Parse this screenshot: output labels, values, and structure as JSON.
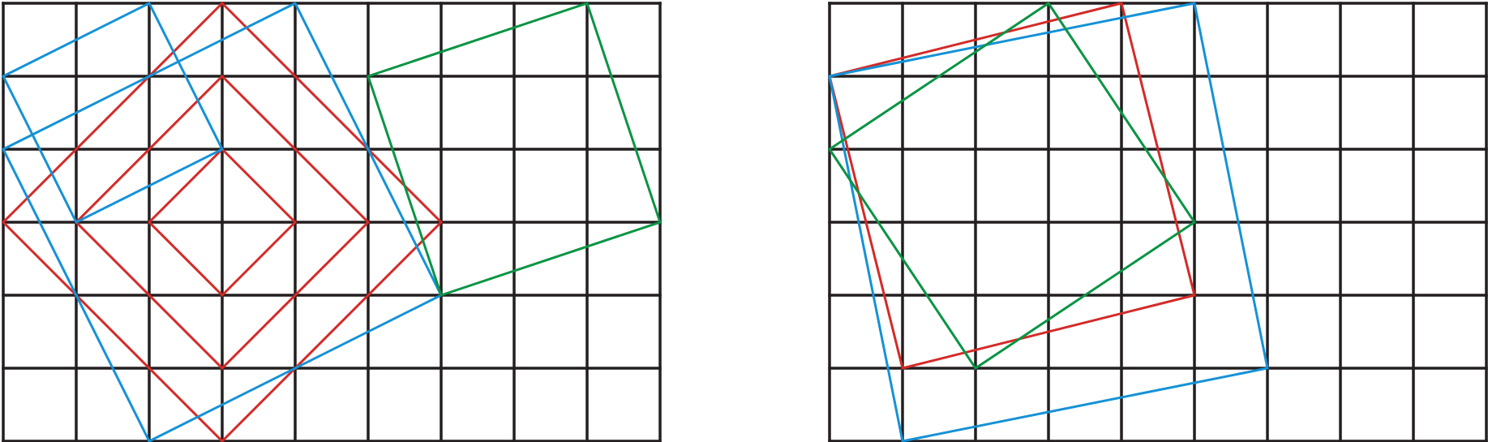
{
  "colors": {
    "grid": "#231f20",
    "red": "#d42a27",
    "blue": "#1592d6",
    "green": "#0b9444",
    "background": "#ffffff"
  },
  "panels": [
    {
      "name": "left-grid",
      "cols": 9,
      "rows": 6,
      "shapes": [
        {
          "name": "red-square-small",
          "color": "red",
          "points": [
            [
              3,
              2
            ],
            [
              4,
              3
            ],
            [
              3,
              4
            ],
            [
              2,
              3
            ]
          ]
        },
        {
          "name": "red-square-medium",
          "color": "red",
          "points": [
            [
              3,
              1
            ],
            [
              5,
              3
            ],
            [
              3,
              5
            ],
            [
              1,
              3
            ]
          ]
        },
        {
          "name": "red-square-large",
          "color": "red",
          "points": [
            [
              3,
              0
            ],
            [
              6,
              3
            ],
            [
              3,
              6
            ],
            [
              0,
              3
            ]
          ]
        },
        {
          "name": "blue-square-small",
          "color": "blue",
          "points": [
            [
              0,
              1
            ],
            [
              2,
              0
            ],
            [
              3,
              2
            ],
            [
              1,
              3
            ]
          ]
        },
        {
          "name": "blue-square-large",
          "color": "blue",
          "points": [
            [
              0,
              2
            ],
            [
              4,
              0
            ],
            [
              6,
              4
            ],
            [
              2,
              6
            ]
          ]
        },
        {
          "name": "green-square",
          "color": "green",
          "points": [
            [
              5,
              1
            ],
            [
              8,
              0
            ],
            [
              9,
              3
            ],
            [
              6,
              4
            ]
          ]
        }
      ]
    },
    {
      "name": "right-grid",
      "cols": 9,
      "rows": 6,
      "shapes": [
        {
          "name": "red-square",
          "color": "red",
          "points": [
            [
              0,
              1
            ],
            [
              4,
              0
            ],
            [
              5,
              4
            ],
            [
              1,
              5
            ]
          ]
        },
        {
          "name": "blue-square",
          "color": "blue",
          "points": [
            [
              0,
              1
            ],
            [
              5,
              0
            ],
            [
              6,
              5
            ],
            [
              1,
              6
            ]
          ]
        },
        {
          "name": "green-square",
          "color": "green",
          "points": [
            [
              0,
              2
            ],
            [
              3,
              0
            ],
            [
              5,
              3
            ],
            [
              2,
              5
            ]
          ]
        }
      ]
    }
  ]
}
